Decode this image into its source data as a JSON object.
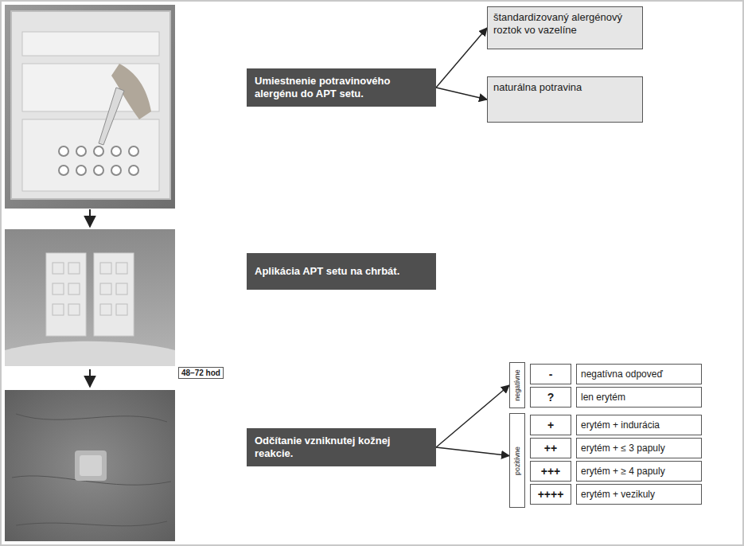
{
  "diagram": {
    "nodes": [
      {
        "text": [
          "Umiestnenie potravinového alergénu do APT setu."
        ]
      },
      {
        "text": [
          "štandardizovaný alergénový roztok vo vazelíne"
        ]
      },
      {
        "text": [
          "naturálna potravina"
        ]
      },
      {
        "text": [
          "Aplikácia APT setu na chrbát."
        ]
      },
      {
        "text": [
          "Odčítanie vzniknutej kožnej reakcie."
        ]
      },
      {
        "text": [
          "negatívne"
        ]
      },
      {
        "text": [
          "pozitívne"
        ]
      }
    ],
    "edges": [
      {
        "from": 0,
        "to": 1,
        "arrow": "to"
      },
      {
        "from": 0,
        "to": 2,
        "arrow": "to"
      },
      {
        "from": 4,
        "to": 5,
        "arrow": "to"
      },
      {
        "from": 4,
        "to": 6,
        "arrow": "to"
      }
    ],
    "labels": [
      "48–72 hod",
      "-",
      "negatívna odpoveď",
      "?",
      "len erytém",
      "+",
      "erytém + indurácia",
      "++",
      "erytém + ≤ 3 papuly",
      "+++",
      "erytém + ≥ 4 papuly",
      "++++",
      "erytém + vezikuly"
    ]
  }
}
